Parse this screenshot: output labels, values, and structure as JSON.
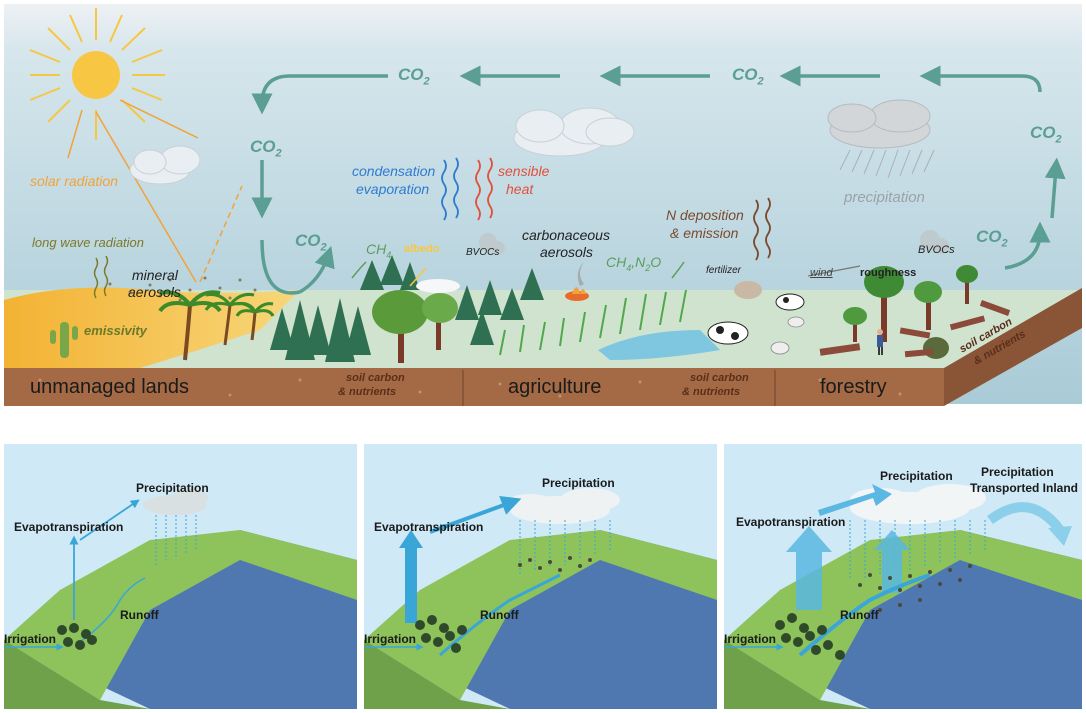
{
  "top": {
    "co2": "CO",
    "co2_sub": "2",
    "solar_radiation": "solar radiation",
    "long_wave_radiation": "long wave radiation",
    "emissivity": "emissivity",
    "mineral": "mineral",
    "aerosols": "aerosols",
    "ch4": "CH",
    "ch4_sub": "4",
    "albedo": "albedo",
    "bvocs": "BVOCs",
    "condensation": "condensation",
    "evaporation": "evaporation",
    "sensible": "sensible",
    "heat": "heat",
    "carbonaceous": "carbonaceous",
    "carb_aerosols": "aerosols",
    "ch4_n2o_a": "CH",
    "ch4_n2o_b": "4",
    "ch4_n2o_c": ",N",
    "ch4_n2o_d": "2",
    "ch4_n2o_e": "O",
    "n_deposition": "N deposition",
    "emission": "& emission",
    "fertilizer": "fertilizer",
    "wind": "wind",
    "roughness": "roughness",
    "precipitation": "precipitation",
    "soil_carbon": "soil carbon",
    "nutrients": "& nutrients",
    "unmanaged_lands": "unmanaged lands",
    "agriculture": "agriculture",
    "forestry": "forestry",
    "colors": {
      "co2_arrow": "#5b9e93",
      "solar": "#f2a23a",
      "longwave": "#7a7a2a",
      "condensation": "#2e7bcf",
      "sensible": "#e0503a",
      "n_dep": "#7a4a2e",
      "soil": "#8a5a3a"
    }
  },
  "panels": [
    {
      "precipitation": "Precipitation",
      "evapotranspiration": "Evapotranspiration",
      "runoff": "Runoff",
      "irrigation": "Irrigation"
    },
    {
      "precipitation": "Precipitation",
      "evapotranspiration": "Evapotranspiration",
      "runoff": "Runoff",
      "irrigation": "Irrigation"
    },
    {
      "precipitation": "Precipitation",
      "evapotranspiration": "Evapotranspiration",
      "runoff": "Runoff",
      "irrigation": "Irrigation",
      "transported_1": "Precipitation",
      "transported_2": "Transported Inland"
    }
  ]
}
